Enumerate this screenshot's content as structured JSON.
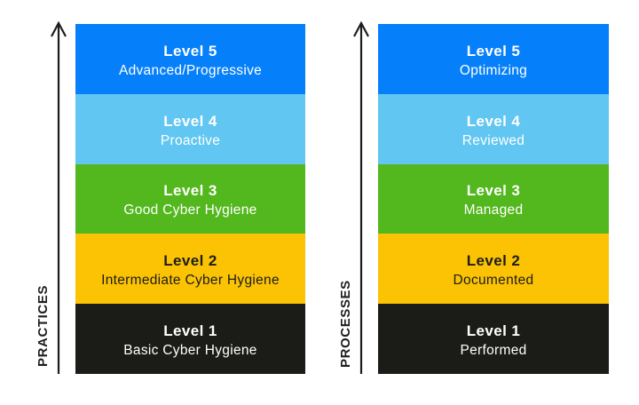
{
  "figure": {
    "title_hint": "Maturity levels diagram with practices and processes columns",
    "arrow_color": "#1d1d1b",
    "label_color": "#1d1d1b",
    "background": "#ffffff",
    "columns": [
      {
        "axis_label": "PRACTICES",
        "levels": [
          {
            "title": "Level 5",
            "subtitle": "Advanced/Progressive",
            "bg": "#0680fa",
            "text_color": "#ffffff"
          },
          {
            "title": "Level 4",
            "subtitle": "Proactive",
            "bg": "#61c6f1",
            "text_color": "#ffffff"
          },
          {
            "title": "Level 3",
            "subtitle": "Good Cyber Hygiene",
            "bg": "#53b71e",
            "text_color": "#ffffff"
          },
          {
            "title": "Level 2",
            "subtitle": "Intermediate Cyber Hygiene",
            "bg": "#fbc303",
            "text_color": "#1d1d1b"
          },
          {
            "title": "Level 1",
            "subtitle": "Basic Cyber Hygiene",
            "bg": "#1b1b17",
            "text_color": "#ffffff"
          }
        ]
      },
      {
        "axis_label": "PROCESSES",
        "levels": [
          {
            "title": "Level 5",
            "subtitle": "Optimizing",
            "bg": "#0680fa",
            "text_color": "#ffffff"
          },
          {
            "title": "Level 4",
            "subtitle": "Reviewed",
            "bg": "#61c6f1",
            "text_color": "#ffffff"
          },
          {
            "title": "Level 3",
            "subtitle": "Managed",
            "bg": "#53b71e",
            "text_color": "#ffffff"
          },
          {
            "title": "Level 2",
            "subtitle": "Documented",
            "bg": "#fbc303",
            "text_color": "#1d1d1b"
          },
          {
            "title": "Level 1",
            "subtitle": "Performed",
            "bg": "#1b1b17",
            "text_color": "#ffffff"
          }
        ]
      }
    ]
  }
}
